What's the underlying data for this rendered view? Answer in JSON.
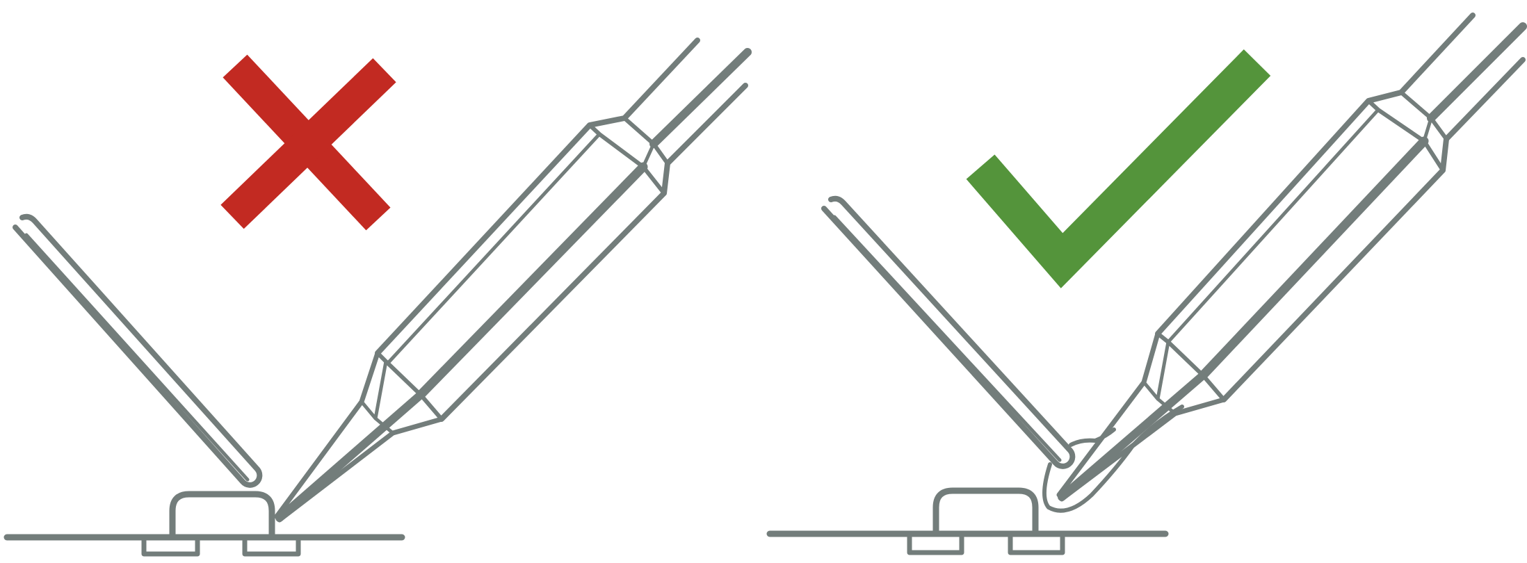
{
  "diagram": {
    "panels": [
      {
        "id": "incorrect",
        "verdict": "incorrect",
        "mark_icon": "red-cross-icon"
      },
      {
        "id": "correct",
        "verdict": "correct",
        "mark_icon": "green-check-icon"
      }
    ],
    "colors": {
      "line": "#737d7b",
      "cross": "#c22a22",
      "check": "#54943b",
      "background": "#ffffff"
    }
  }
}
